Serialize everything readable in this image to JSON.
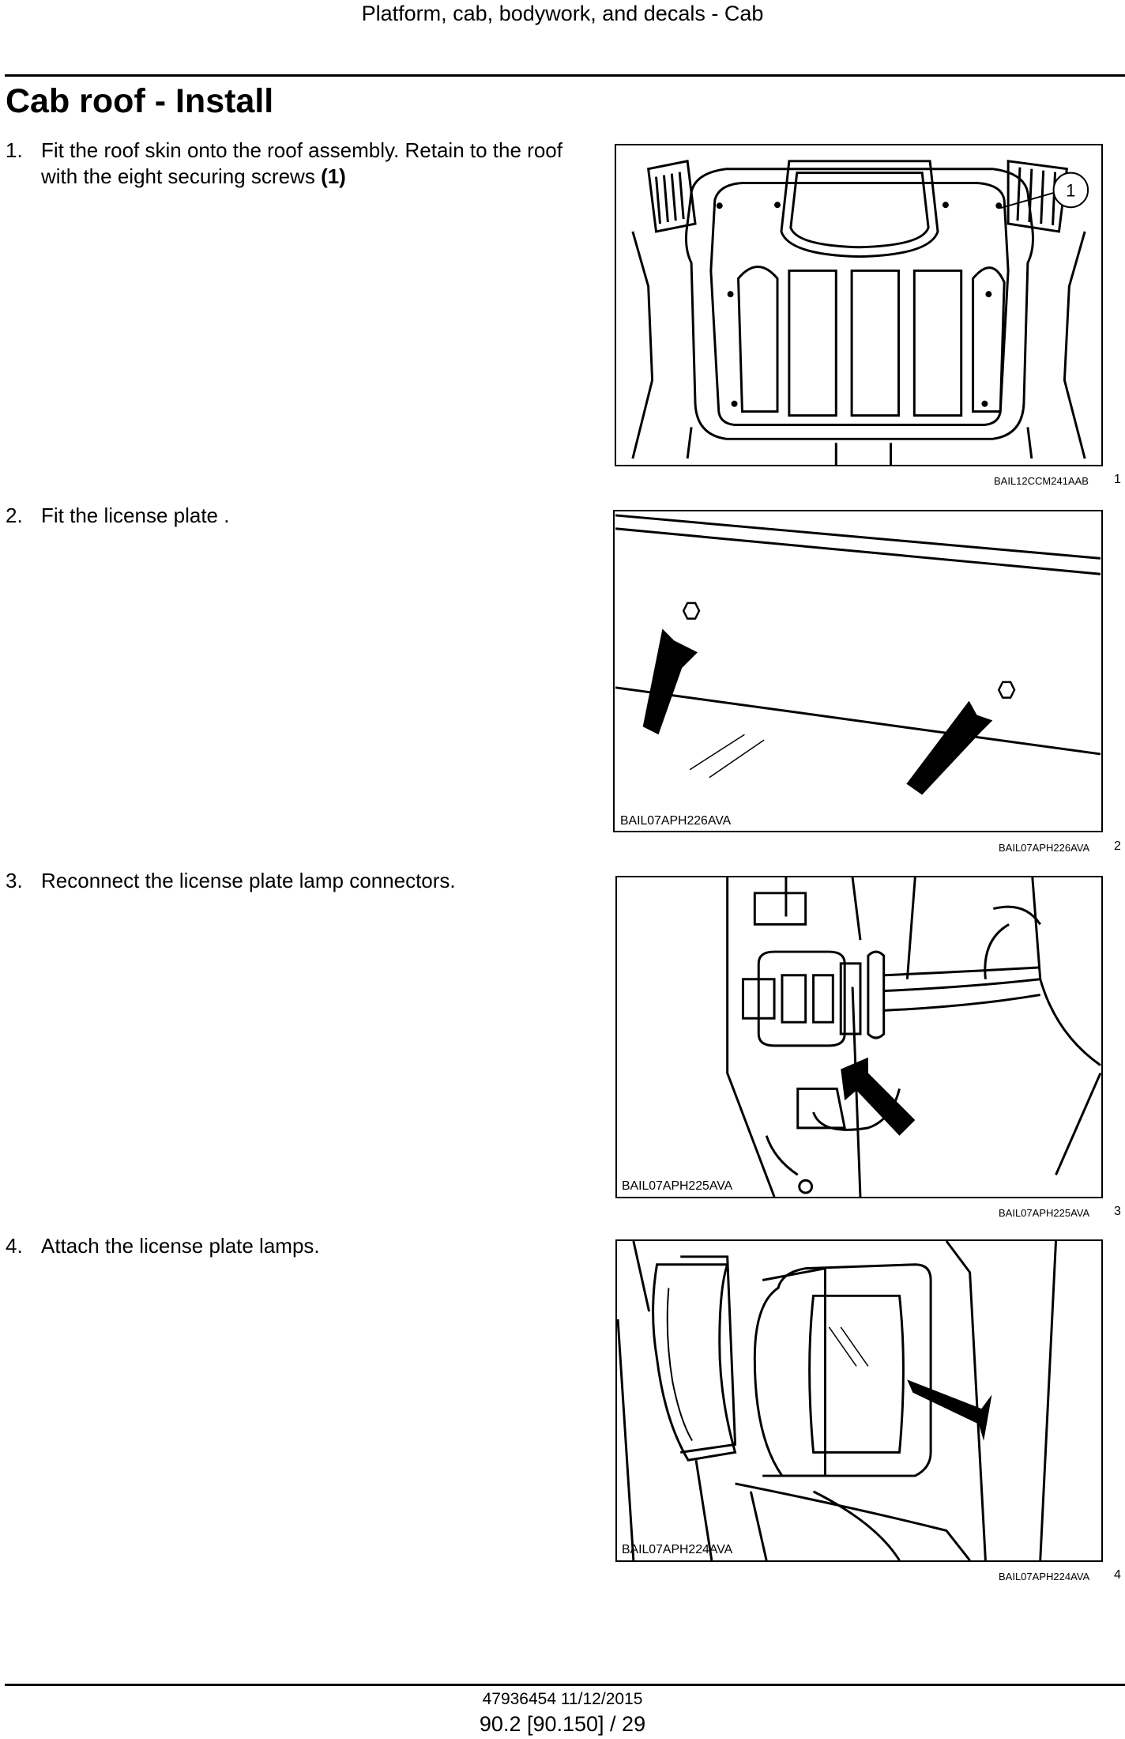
{
  "header": {
    "title": "Platform, cab, bodywork, and decals - Cab"
  },
  "page_title": "Cab roof - Install",
  "steps": [
    {
      "num": "1.",
      "text": "Fit the roof skin onto the roof assembly. Retain to the roof with the eight securing screws",
      "ref": "(1)"
    },
    {
      "num": "2.",
      "text": "Fit the license plate ."
    },
    {
      "num": "3.",
      "text": "Reconnect the license plate lamp connectors."
    },
    {
      "num": "4.",
      "text": "Attach the license plate lamps."
    }
  ],
  "figures": [
    {
      "caption": "BAIL12CCM241AAB",
      "number": "1",
      "callout": "1",
      "icon": "cab-roof-illustration"
    },
    {
      "caption": "BAIL07APH226AVA",
      "number": "2",
      "inset_label": "BAIL07APH226AVA",
      "icon": "license-plate-illustration"
    },
    {
      "caption": "BAIL07APH225AVA",
      "number": "3",
      "inset_label": "BAIL07APH225AVA",
      "icon": "connector-illustration"
    },
    {
      "caption": "BAIL07APH224AVA",
      "number": "4",
      "inset_label": "BAIL07APH224AVA",
      "icon": "lamp-illustration"
    }
  ],
  "footer": {
    "doc": "47936454 11/12/2015",
    "page": "90.2 [90.150] / 29"
  }
}
